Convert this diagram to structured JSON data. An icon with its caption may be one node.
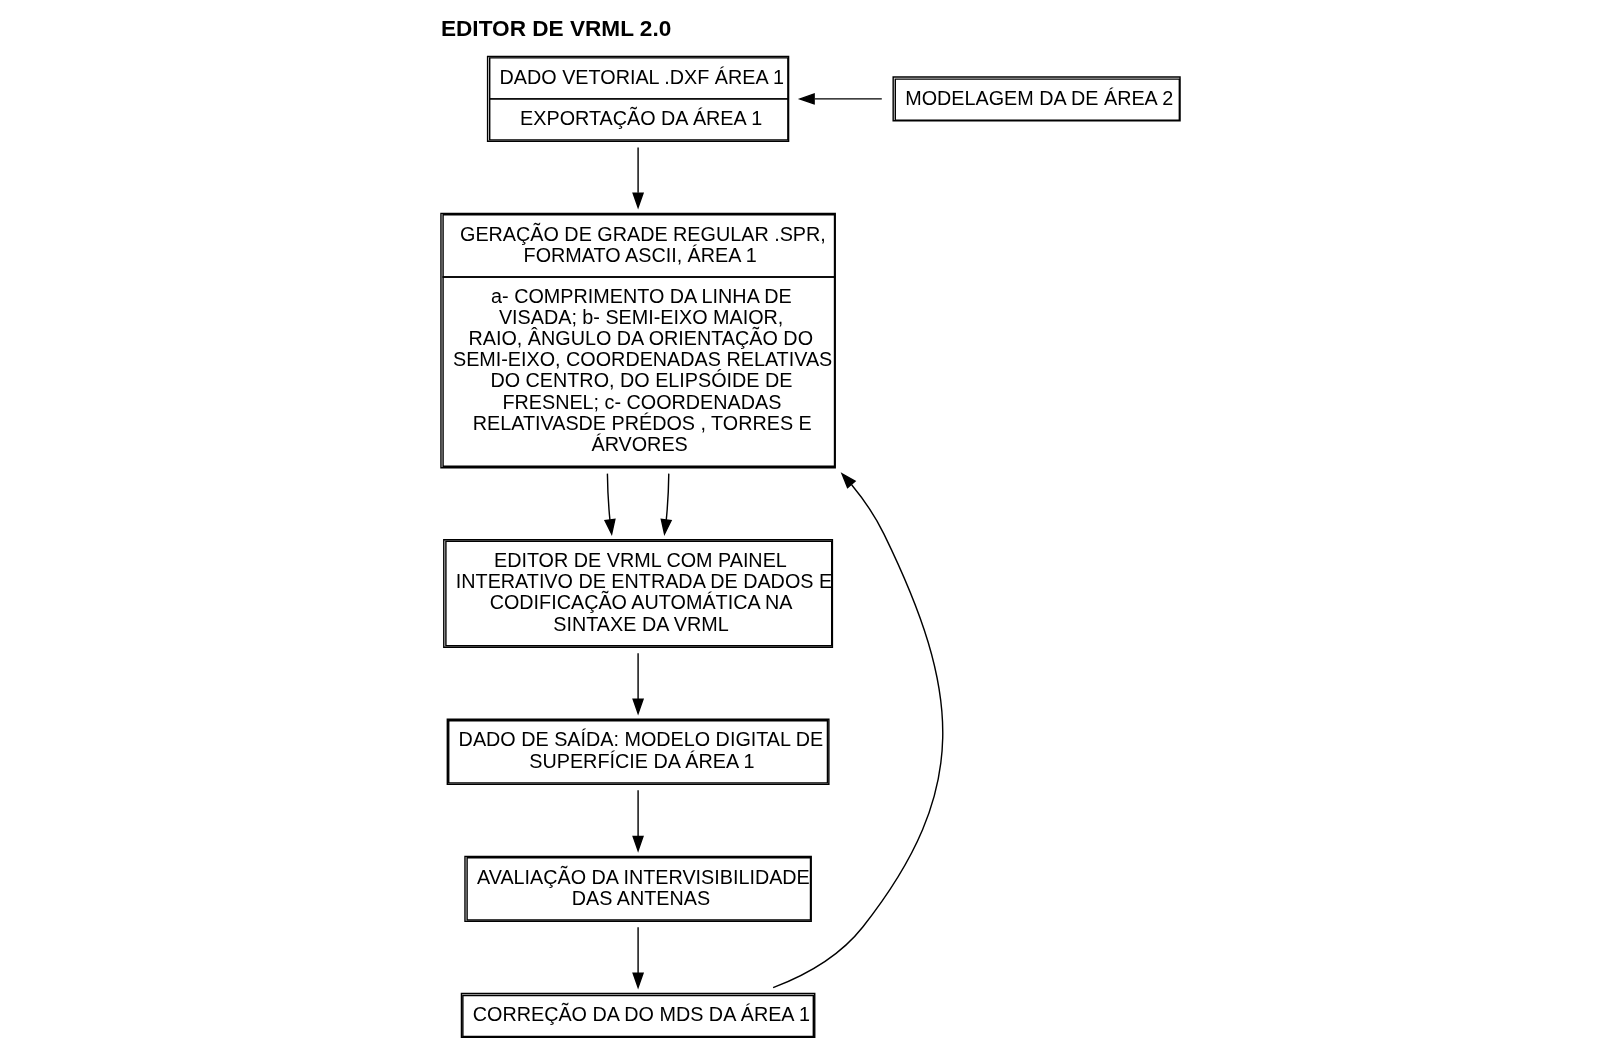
{
  "diagram": {
    "title": "EDITOR DE VRML 2.0",
    "nodes": [
      {
        "text": [
          "DADO VETORIAL .DXF ÁREA 1",
          "EXPORTAÇÃO DA ÁREA 1"
        ]
      },
      {
        "text": [
          "GERAÇÃO DE GRADE REGULAR .SPR, FORMATO ASCII, ÁREA 1",
          "a- COMPRIMENTO DA LINHA DE VISADA; b- SEMI-EIXO MAIOR, RAIO, ÂNGULO DA ORIENTAÇÃO DO SEMI-EIXO, COORDENADAS RELATIVAS DO CENTRO, DO ELIPSÓIDE DE FRESNEL; c- COORDENADAS RELATIVASDE PRÉDOS , TORRES E ÁRVORES"
        ]
      },
      {
        "text": [
          "EDITOR DE VRML COM PAINEL INTERATIVO DE ENTRADA DE DADOS E CODIFICAÇÃO AUTOMÁTICA NA SINTAXE DA VRML"
        ]
      },
      {
        "text": [
          "DADO DE SAÍDA: MODELO DIGITAL DE SUPERFÍCIE DA ÁREA 1"
        ]
      },
      {
        "text": [
          "AVALIAÇÃO DA INTERVISIBILIDADE DAS ANTENAS"
        ]
      },
      {
        "text": [
          "CORREÇÃO DA DO MDS DA ÁREA 1"
        ]
      },
      {
        "text": [
          "MODELAGEM DA DE ÁREA 2"
        ]
      }
    ],
    "edges": [
      {
        "from": 0,
        "to": 1,
        "arrow": "to"
      },
      {
        "from": 1,
        "to": 2,
        "arrow": "to"
      },
      {
        "from": 1,
        "to": 2,
        "arrow": "to"
      },
      {
        "from": 2,
        "to": 3,
        "arrow": "to"
      },
      {
        "from": 3,
        "to": 4,
        "arrow": "to"
      },
      {
        "from": 4,
        "to": 5,
        "arrow": "to"
      },
      {
        "from": 5,
        "to": 1,
        "arrow": "to"
      },
      {
        "from": 6,
        "to": 0,
        "arrow": "to"
      }
    ]
  }
}
